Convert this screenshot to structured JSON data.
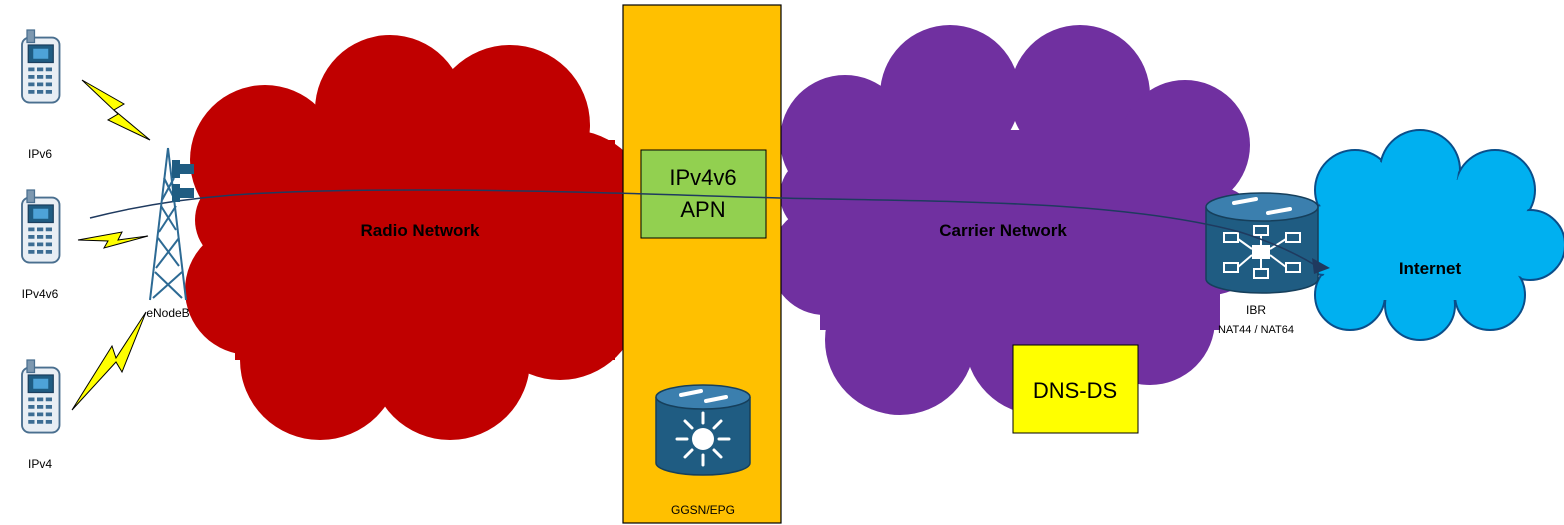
{
  "devices": [
    {
      "id": "phone-ipv6",
      "label": "IPv6"
    },
    {
      "id": "phone-ipv4v6",
      "label": "IPv4v6"
    },
    {
      "id": "phone-ipv4",
      "label": "IPv4"
    }
  ],
  "enodeb": {
    "label": "eNodeB"
  },
  "radio_network": {
    "label": "Radio Network",
    "color": "#C00000"
  },
  "gateway_column": {
    "color": "#FFC000",
    "device_label": "GGSN/EPG"
  },
  "apn_box": {
    "line1": "IPv4v6",
    "line2": "APN",
    "color": "#92D050"
  },
  "carrier_network": {
    "label": "Carrier Network",
    "color": "#7030A0"
  },
  "dns_box": {
    "label": "DNS-DS",
    "color": "#FFFF00"
  },
  "ibr": {
    "label": "IBR",
    "sublabel": "NAT44 / NAT64"
  },
  "internet": {
    "label": "Internet",
    "color": "#00B0F0"
  },
  "icons": {
    "phone": "mobile-phone-icon",
    "tower": "cell-tower-icon",
    "lightning": "wireless-link-icon",
    "router": "router-icon",
    "gateway": "gateway-switch-icon"
  },
  "colors": {
    "device_blue": "#1F5C82",
    "lightning": "#FFFF00",
    "line": "#1F3A5F"
  }
}
